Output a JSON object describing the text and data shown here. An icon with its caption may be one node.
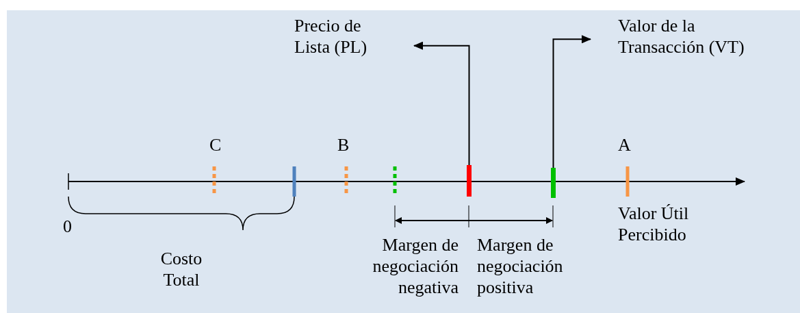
{
  "diagram": {
    "nodes": [
      {
        "text": [
          "Precio de Lista (PL)"
        ]
      },
      {
        "text": [
          "Valor de la Transacción (VT)"
        ]
      },
      {
        "text": [],
        "shape": "bar"
      },
      {
        "text": [],
        "shape": "bar"
      }
    ],
    "edges": [
      {
        "from": 2,
        "to": 0,
        "arrow": "to"
      },
      {
        "from": 3,
        "to": 1,
        "arrow": "to"
      }
    ],
    "labels": [
      "C",
      "B",
      "A",
      "0",
      "Valor Útil Percibido",
      "Costo Total",
      "Margen de negociación negativa",
      "Margen de negociación positiva"
    ]
  }
}
